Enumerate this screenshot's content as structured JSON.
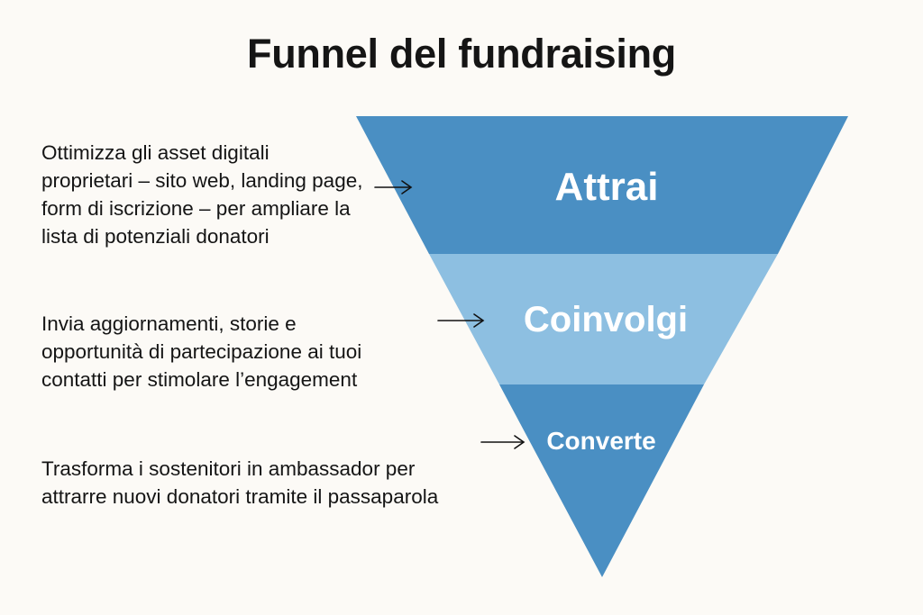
{
  "title": "Funnel del fundraising",
  "colors": {
    "background": "#fcfaf6",
    "stage_dark": "#4a8fc3",
    "stage_light": "#8dbfe1",
    "label_text": "#ffffff",
    "arrow": "#111111"
  },
  "stages": [
    {
      "label": "Attrai",
      "description": "Ottimizza gli asset digitali proprietari – sito web, landing page, form di iscrizione – per ampliare la lista di potenziali donatori"
    },
    {
      "label": "Coinvolgi",
      "description": "Invia aggiornamenti, storie e opportunità di partecipazione ai tuoi contatti per stimolare l’engagement"
    },
    {
      "label": "Converte",
      "description": "Trasforma i sostenitori in ambassador per attrarre nuovi donatori tramite il passaparola"
    }
  ]
}
